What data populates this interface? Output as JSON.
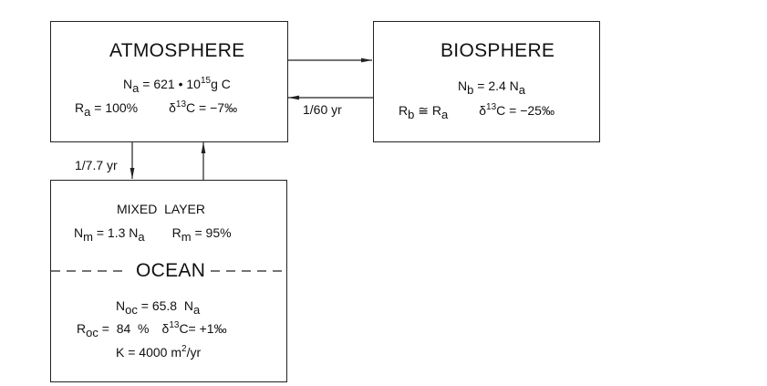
{
  "atmosphere": {
    "title": "ATMOSPHERE",
    "n": {
      "sym": "N",
      "sub": "a",
      "rest": "= 621 • 10",
      "exp": "15",
      "unit": "g C"
    },
    "r": {
      "sym": "R",
      "sub": "a",
      "rest": "= 100%"
    },
    "delta": {
      "sym": "δ",
      "sup": "13",
      "rest": "C = −7‰"
    }
  },
  "biosphere": {
    "title": "BIOSPHERE",
    "n": {
      "sym": "N",
      "sub": "b",
      "rest": "= 2.4 N",
      "sub2": "a"
    },
    "r": {
      "sym": "R",
      "sub": "b",
      "rest": "≅ R",
      "sub2": "a"
    },
    "delta": {
      "sym": "δ",
      "sup": "13",
      "rest": "C = −25‰"
    }
  },
  "ocean": {
    "mixed_title": "MIXED  LAYER",
    "nm": {
      "sym": "N",
      "sub": "m",
      "rest": "= 1.3 N",
      "sub2": "a"
    },
    "rm": {
      "sym": "R",
      "sub": "m",
      "rest": "= 95%"
    },
    "title": "OCEAN",
    "noc": {
      "sym": "N",
      "sub": "oc",
      "rest": "= 65.8  N",
      "sub2": "a"
    },
    "roc": {
      "sym": "R",
      "sub": "oc",
      "rest": "=  84  %"
    },
    "delta": {
      "sym": "δ",
      "sup": "13",
      "rest": "C= +1‰"
    },
    "k": {
      "rest": "K = 4000 m",
      "sup": "2",
      "unit": "/yr"
    }
  },
  "flows": {
    "atm_bio_rate": "1/60 yr",
    "atm_ocean_rate": "1/7.7 yr"
  }
}
